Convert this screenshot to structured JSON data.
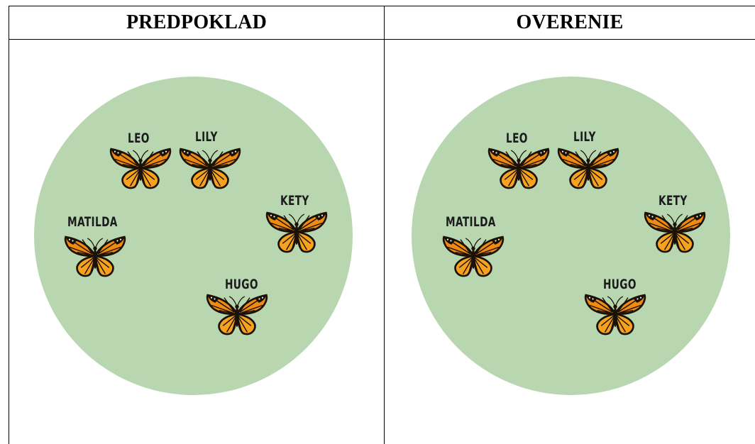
{
  "table": {
    "headers": [
      "PREDPOKLAD",
      "OVERENIE"
    ],
    "panels": [
      {
        "butterflies": [
          {
            "name": "LEO"
          },
          {
            "name": "LILY"
          },
          {
            "name": "KETY"
          },
          {
            "name": "MATILDA"
          },
          {
            "name": "HUGO"
          }
        ]
      },
      {
        "butterflies": [
          {
            "name": "LEO"
          },
          {
            "name": "LILY"
          },
          {
            "name": "KETY"
          },
          {
            "name": "MATILDA"
          },
          {
            "name": "HUGO"
          }
        ]
      }
    ]
  },
  "colors": {
    "circle": "#b8d7b0",
    "wing": "#f08a10",
    "wing_light": "#f7b13b",
    "vein": "#1a1208",
    "border": "#000000"
  },
  "icons": {
    "butterfly": "monarch-butterfly-icon"
  }
}
